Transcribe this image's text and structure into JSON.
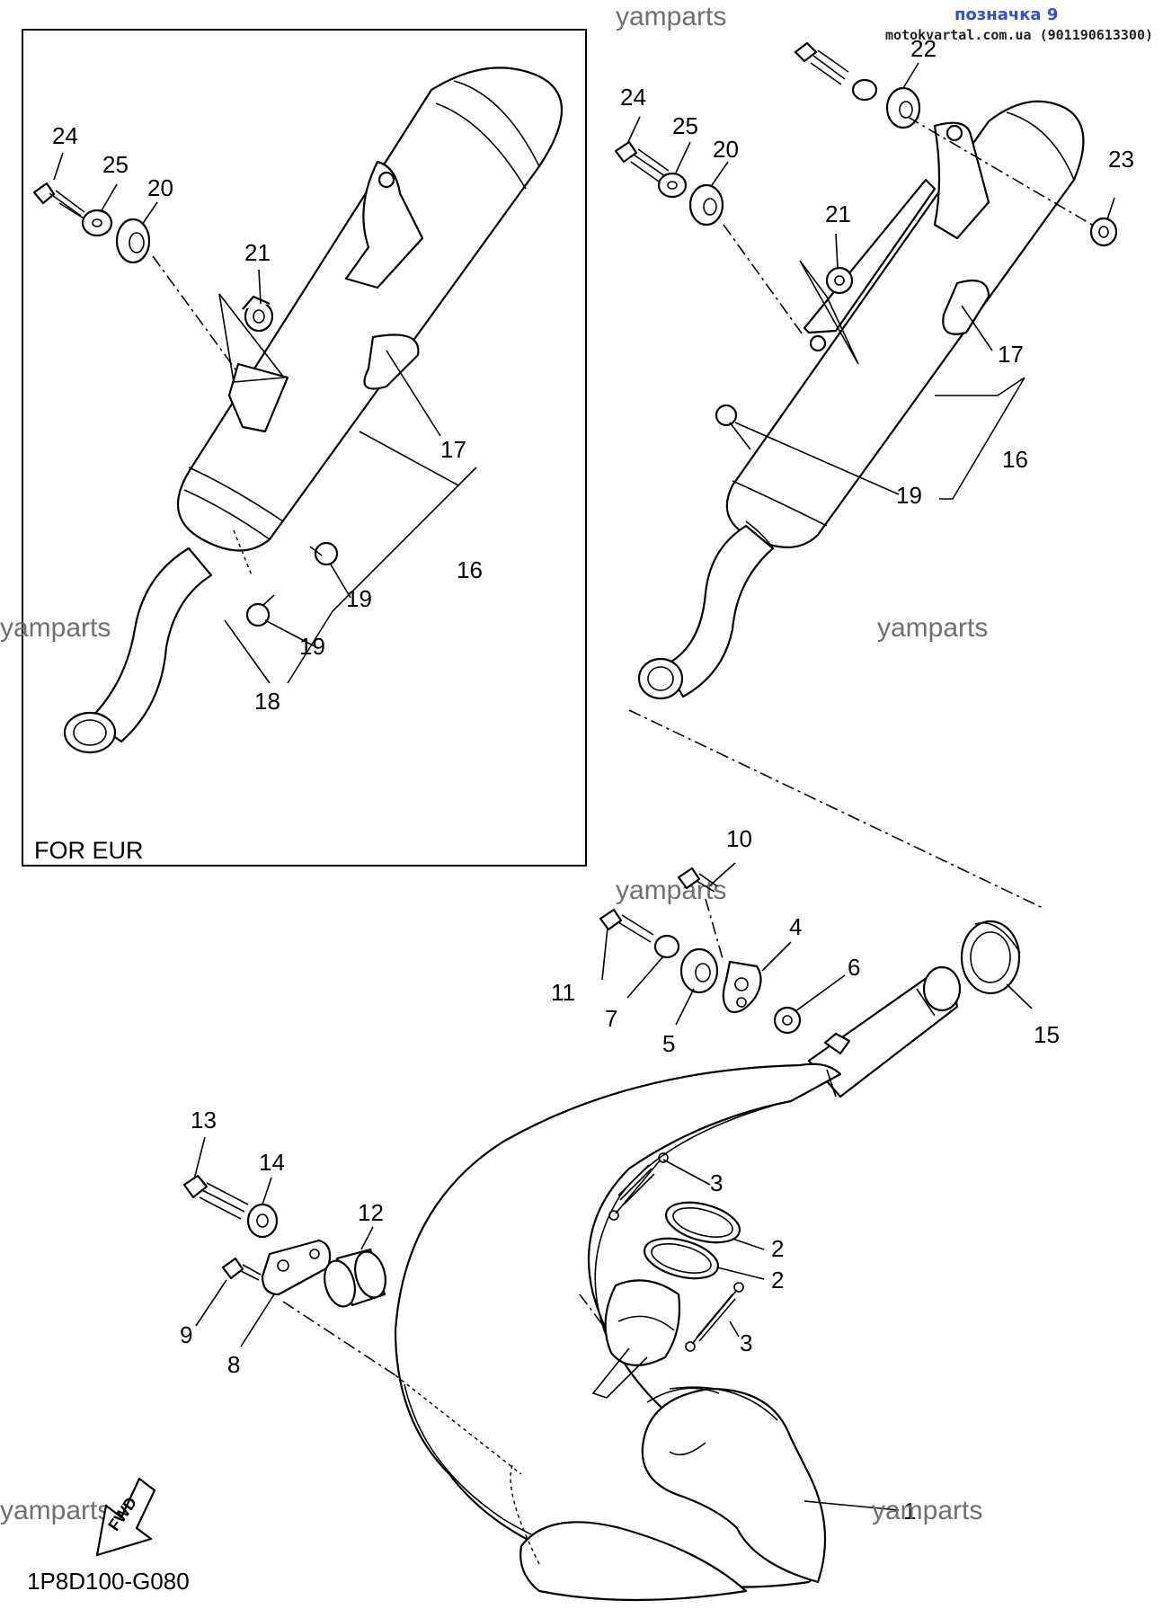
{
  "header": {
    "label": "позначка 9",
    "site": "motokvartal.com.ua (901190613300)"
  },
  "watermark": "yamparts",
  "inset": {
    "label": "FOR EUR"
  },
  "footer": {
    "diagram_code": "1P8D100-G080",
    "fwd_label": "FWD"
  },
  "callouts": {
    "n1": "1",
    "n2": "2",
    "n3": "3",
    "n4": "4",
    "n5": "5",
    "n6": "6",
    "n7": "7",
    "n8": "8",
    "n9": "9",
    "n10": "10",
    "n11": "11",
    "n12": "12",
    "n13": "13",
    "n14": "14",
    "n15": "15",
    "n16": "16",
    "n17": "17",
    "n18": "18",
    "n19": "19",
    "n20": "20",
    "n21": "21",
    "n22": "22",
    "n23": "23",
    "n24": "24",
    "n25": "25"
  },
  "icons": [
    "fwd-arrow-icon"
  ]
}
